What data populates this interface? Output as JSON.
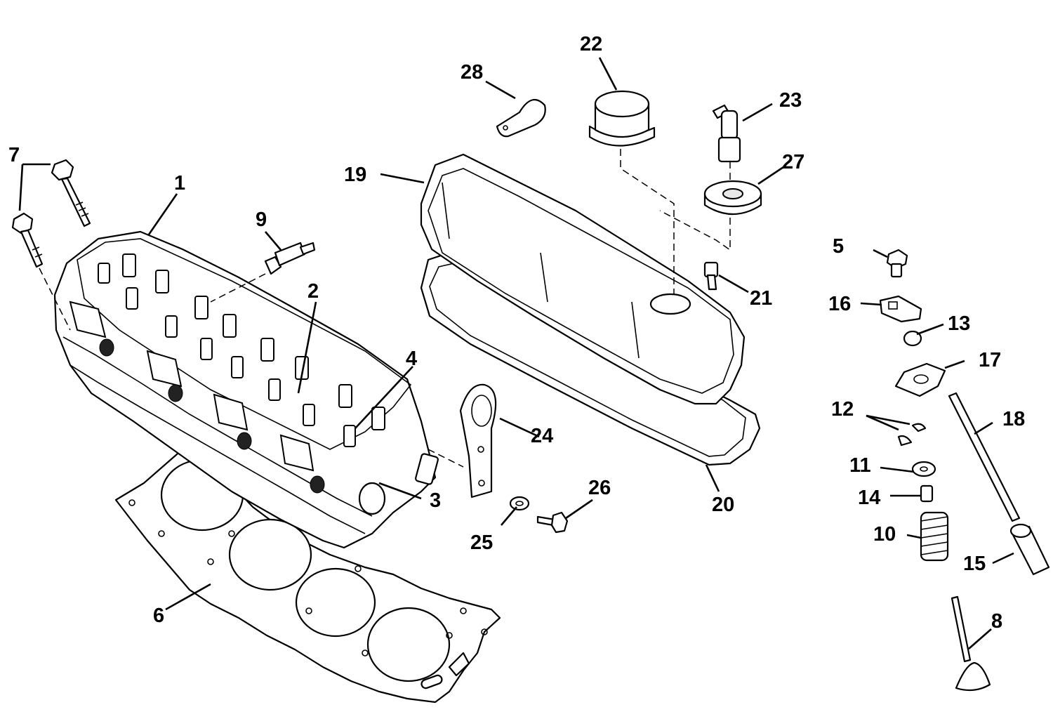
{
  "callouts": [
    {
      "id": "1",
      "text": "1"
    },
    {
      "id": "2",
      "text": "2"
    },
    {
      "id": "3",
      "text": "3"
    },
    {
      "id": "4",
      "text": "4"
    },
    {
      "id": "5",
      "text": "5"
    },
    {
      "id": "6",
      "text": "6"
    },
    {
      "id": "7",
      "text": "7"
    },
    {
      "id": "8",
      "text": "8"
    },
    {
      "id": "9",
      "text": "9"
    },
    {
      "id": "10",
      "text": "10"
    },
    {
      "id": "11",
      "text": "11"
    },
    {
      "id": "12",
      "text": "12"
    },
    {
      "id": "13",
      "text": "13"
    },
    {
      "id": "14",
      "text": "14"
    },
    {
      "id": "15",
      "text": "15"
    },
    {
      "id": "16",
      "text": "16"
    },
    {
      "id": "17",
      "text": "17"
    },
    {
      "id": "18",
      "text": "18"
    },
    {
      "id": "19",
      "text": "19"
    },
    {
      "id": "20",
      "text": "20"
    },
    {
      "id": "21",
      "text": "21"
    },
    {
      "id": "22",
      "text": "22"
    },
    {
      "id": "23",
      "text": "23"
    },
    {
      "id": "24",
      "text": "24"
    },
    {
      "id": "25",
      "text": "25"
    },
    {
      "id": "26",
      "text": "26"
    },
    {
      "id": "27",
      "text": "27"
    },
    {
      "id": "28",
      "text": "28"
    }
  ]
}
